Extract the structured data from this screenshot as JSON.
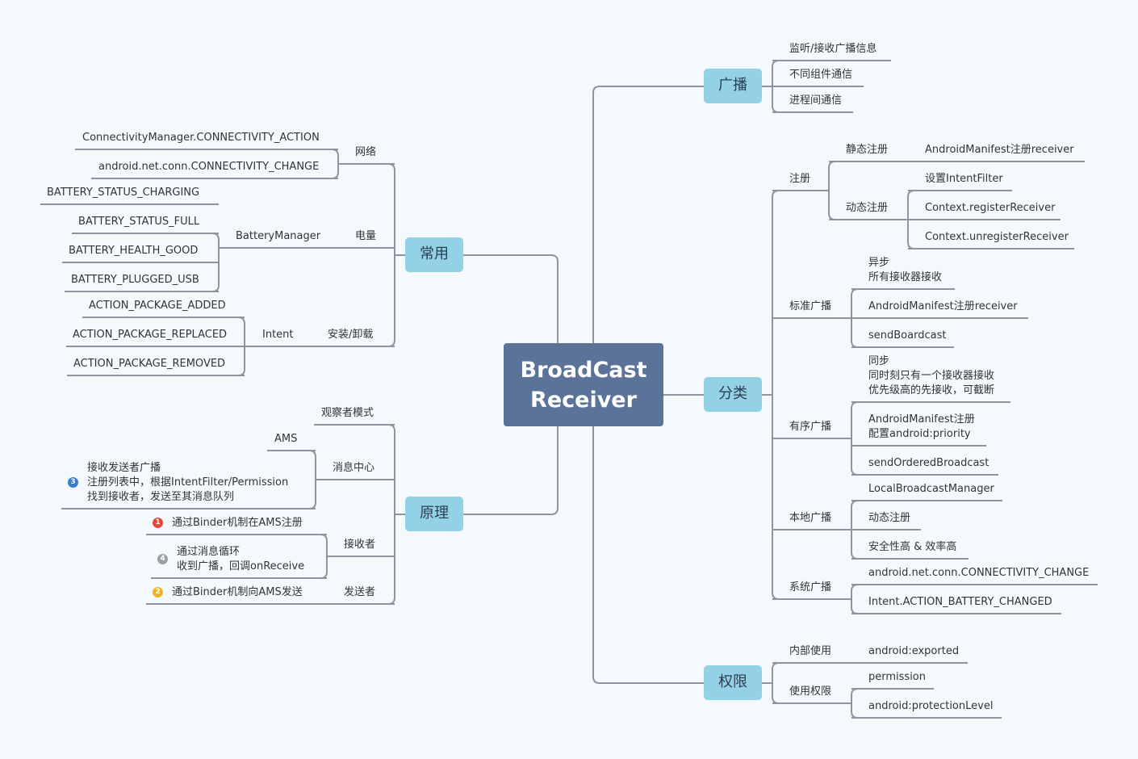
{
  "root": "BroadCast\nReceiver",
  "colors": {
    "background": "#f4f9fd",
    "root": "#5b7299",
    "main": "#92d1e6",
    "line": "#8d95a0"
  },
  "branches": {
    "guangbo": {
      "label": "广播",
      "items": [
        "监听/接收广播信息",
        "不同组件通信",
        "进程间通信"
      ]
    },
    "fenlei": {
      "label": "分类",
      "zhuce": {
        "label": "注册",
        "jingtai": {
          "label": "静态注册",
          "item": "AndroidManifest注册receiver"
        },
        "dongtai": {
          "label": "动态注册",
          "items": [
            "设置IntentFilter",
            "Context.registerReceiver",
            "Context.unregisterReceiver"
          ]
        }
      },
      "biaozhun": {
        "label": "标准广播",
        "items": [
          "异步\n所有接收器接收",
          "AndroidManifest注册receiver",
          "sendBoardcast"
        ]
      },
      "youxu": {
        "label": "有序广播",
        "items": [
          "同步\n同时刻只有一个接收器接收\n优先级高的先接收，可截断",
          "AndroidManifest注册\n配置android:priority",
          "sendOrderedBroadcast"
        ]
      },
      "bendi": {
        "label": "本地广播",
        "items": [
          "LocalBroadcastManager",
          "动态注册",
          "安全性高 & 效率高"
        ]
      },
      "xitong": {
        "label": "系统广播",
        "items": [
          "android.net.conn.CONNECTIVITY_CHANGE",
          "Intent.ACTION_BATTERY_CHANGED"
        ]
      }
    },
    "quanxian": {
      "label": "权限",
      "neibu": {
        "label": "内部使用",
        "item": "android:exported"
      },
      "shiyong": {
        "label": "使用权限",
        "items": [
          "permission",
          "android:protectionLevel"
        ]
      }
    },
    "changyong": {
      "label": "常用",
      "wangluo": {
        "label": "网络",
        "items": [
          "ConnectivityManager.CONNECTIVITY_ACTION",
          "android.net.conn.CONNECTIVITY_CHANGE"
        ]
      },
      "dianliang": {
        "label": "电量",
        "manager": "BatteryManager",
        "items": [
          "BATTERY_STATUS_CHARGING",
          "BATTERY_STATUS_FULL",
          "BATTERY_HEALTH_GOOD",
          "BATTERY_PLUGGED_USB"
        ]
      },
      "anzhuang": {
        "label": "安装/卸载",
        "intent": "Intent",
        "items": [
          "ACTION_PACKAGE_ADDED",
          "ACTION_PACKAGE_REPLACED",
          "ACTION_PACKAGE_REMOVED"
        ]
      }
    },
    "yuanli": {
      "label": "原理",
      "guancha": "观察者模式",
      "xiaoxi": {
        "label": "消息中心",
        "items": [
          "AMS",
          "接收发送者广播\n注册列表中，根据IntentFilter/Permission\n找到接收者，发送至其消息队列"
        ],
        "badge": "3"
      },
      "jieshou": {
        "label": "接收者",
        "items": [
          "通过Binder机制在AMS注册",
          "通过消息循环\n收到广播，回调onReceive"
        ],
        "badges": [
          "1",
          "4"
        ]
      },
      "fasong": {
        "label": "发送者",
        "item": "通过Binder机制向AMS发送",
        "badge": "2"
      }
    }
  }
}
